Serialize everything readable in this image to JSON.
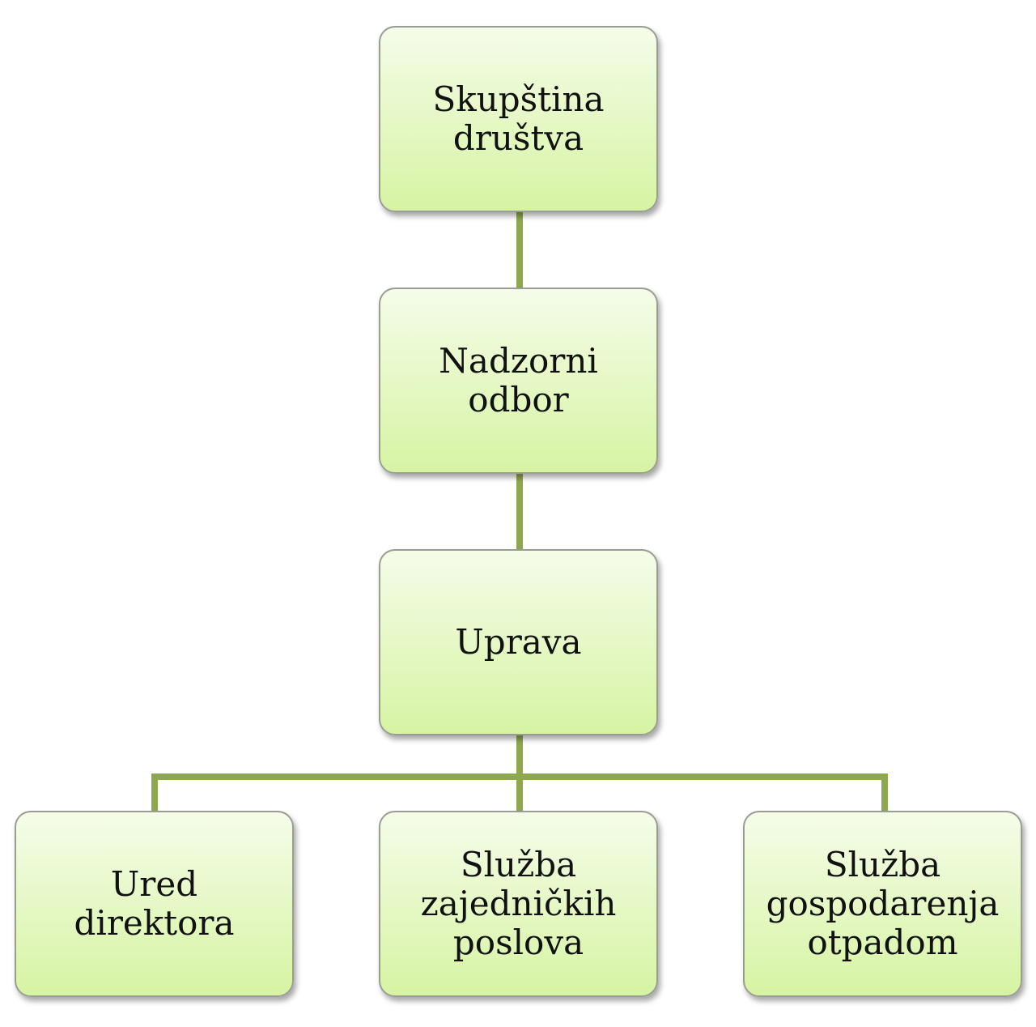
{
  "diagram": {
    "nodes": [
      {
        "id": "skupstina",
        "label": "Skupština\ndruštva"
      },
      {
        "id": "nadzorni",
        "label": "Nadzorni\nodbor"
      },
      {
        "id": "uprava",
        "label": "Uprava"
      },
      {
        "id": "ured",
        "label": "Ured\ndirektora"
      },
      {
        "id": "sluzba-zajednickih",
        "label": "Služba\nzajedničkih\nposlova"
      },
      {
        "id": "sluzba-otpad",
        "label": "Služba\ngospodarenja\notpadom"
      }
    ],
    "edges": [
      [
        "skupstina",
        "nadzorni"
      ],
      [
        "nadzorni",
        "uprava"
      ],
      [
        "uprava",
        "ured"
      ],
      [
        "uprava",
        "sluzba-zajednickih"
      ],
      [
        "uprava",
        "sluzba-otpad"
      ]
    ],
    "colors": {
      "connector": "#8ea84e",
      "fill_top": "#f5fce9",
      "fill_bottom": "#d6f4a3",
      "border": "#9a9d93"
    }
  }
}
